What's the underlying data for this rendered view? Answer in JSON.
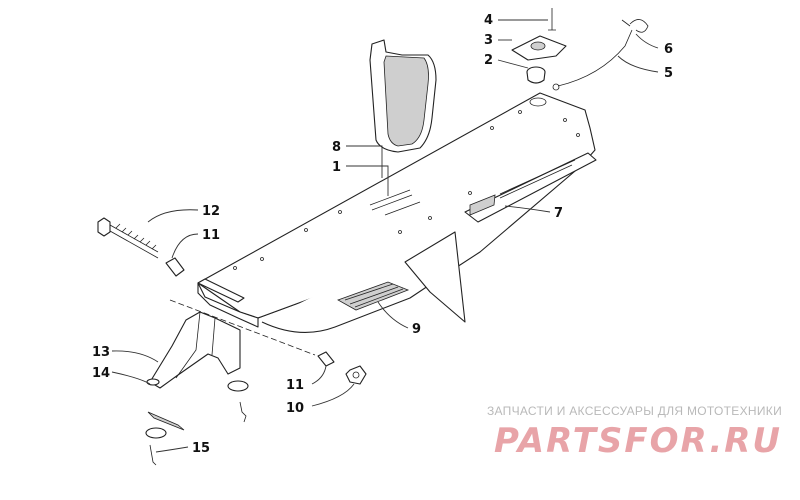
{
  "diagram": {
    "callouts": [
      {
        "id": "c1",
        "label": "1"
      },
      {
        "id": "c2",
        "label": "2"
      },
      {
        "id": "c3",
        "label": "3"
      },
      {
        "id": "c4",
        "label": "4"
      },
      {
        "id": "c5",
        "label": "5"
      },
      {
        "id": "c6",
        "label": "6"
      },
      {
        "id": "c7",
        "label": "7"
      },
      {
        "id": "c8",
        "label": "8"
      },
      {
        "id": "c9",
        "label": "9"
      },
      {
        "id": "c10",
        "label": "10"
      },
      {
        "id": "c11a",
        "label": "11"
      },
      {
        "id": "c11b",
        "label": "11"
      },
      {
        "id": "c12",
        "label": "12"
      },
      {
        "id": "c13",
        "label": "13"
      },
      {
        "id": "c14",
        "label": "14"
      },
      {
        "id": "c15",
        "label": "15"
      }
    ]
  },
  "watermark": {
    "caption": "ЗАПЧАСТИ И АКСЕССУАРЫ ДЛЯ МОТОТЕХНИКИ",
    "logo_text": "PARTSFOR.RU",
    "logo_color": "#e8a4a8"
  }
}
